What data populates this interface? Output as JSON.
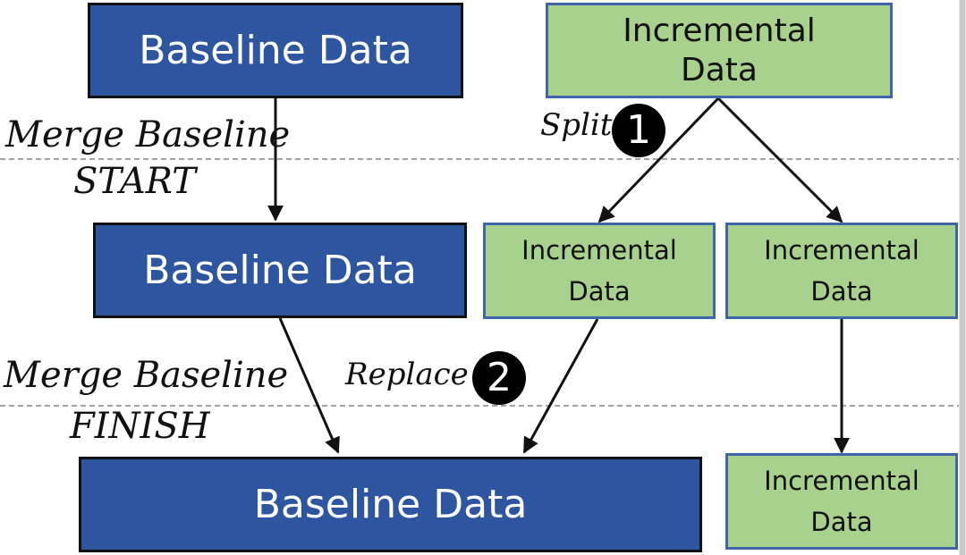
{
  "diagram": {
    "baseline_top": "Baseline Data",
    "baseline_mid": "Baseline Data",
    "baseline_bottom": "Baseline Data",
    "incremental_top": [
      "Incremental",
      "Data"
    ],
    "incremental_split_left": [
      "Incremental",
      "Data"
    ],
    "incremental_split_right": [
      "Incremental",
      "Data"
    ],
    "incremental_bottom": [
      "Incremental",
      "Data"
    ],
    "stage_start": [
      "Merge Baseline",
      "START"
    ],
    "stage_finish": [
      "Merge Baseline",
      "FINISH"
    ],
    "step1_label": "Split",
    "step1_number": "1",
    "step2_label": "Replace",
    "step2_number": "2"
  },
  "colors": {
    "baseline_fill": "#2e55a0",
    "incremental_fill": "#a9d18e",
    "incremental_border": "#3f66a8"
  }
}
